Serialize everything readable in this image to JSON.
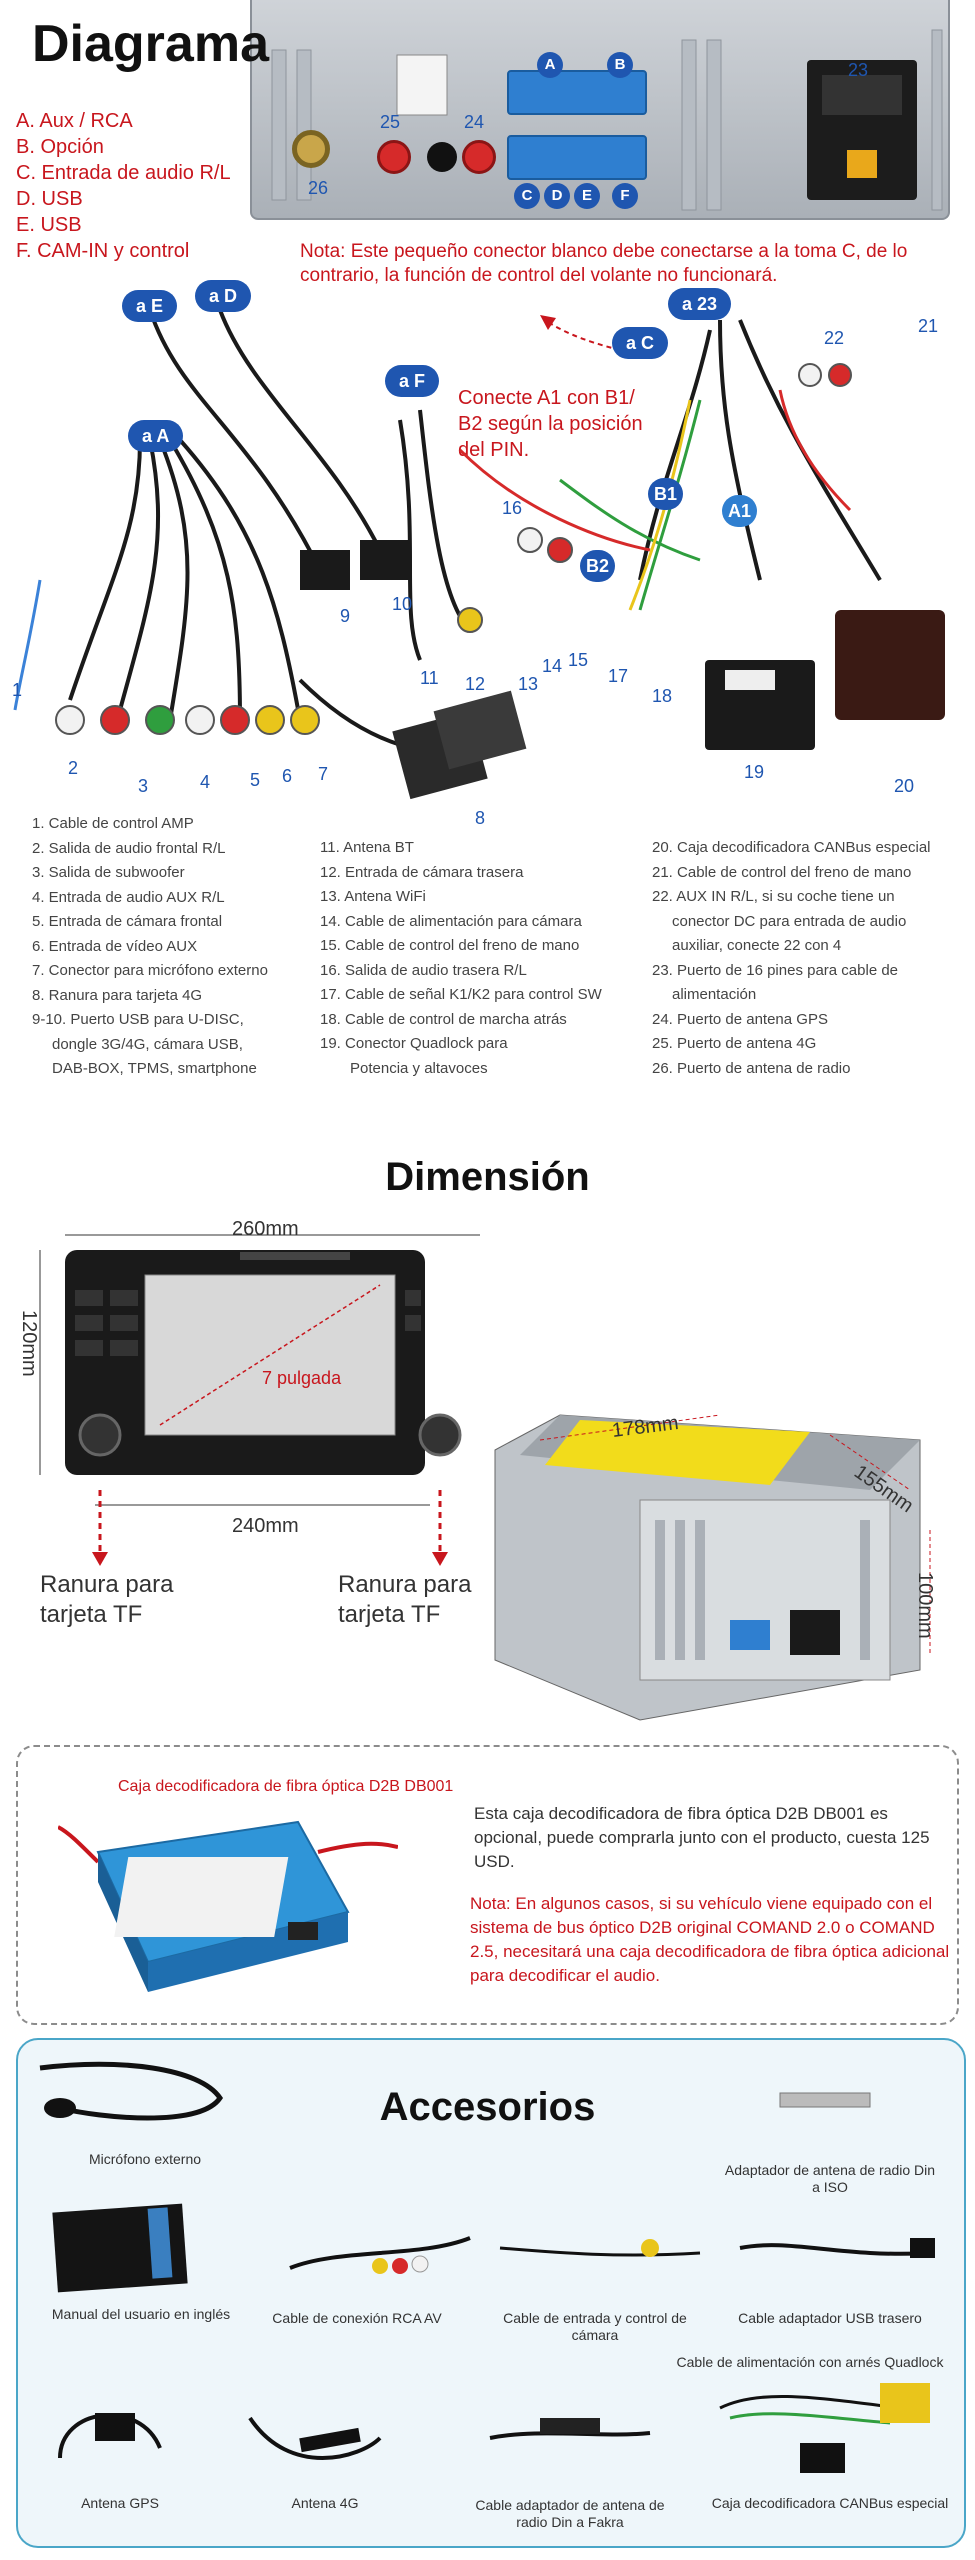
{
  "diagram": {
    "title": "Diagrama",
    "legend": [
      "A. Aux / RCA",
      "B. Opción",
      "C. Entrada de audio R/L",
      "D. USB",
      "E. USB",
      "F. CAM-IN y control"
    ],
    "port_numbers": {
      "p23": "23",
      "p24": "24",
      "p25": "25",
      "p26": "26"
    },
    "connector_letters": {
      "a": "A",
      "b": "B",
      "c": "C",
      "d": "D",
      "e": "E",
      "f": "F"
    },
    "note_white_connector": "Nota: Este pequeño conector blanco debe conectarse a la toma C, de lo contrario, la función de control del volante no funcionará.",
    "note_a1": "Conecte A1 con B1/ B2 según la posición del PIN.",
    "bubbles": {
      "ae": "a E",
      "ad": "a D",
      "aa": "a A",
      "af": "a F",
      "ac": "a C",
      "a23": "a 23",
      "b1": "B1",
      "b2": "B2",
      "a1": "A1"
    },
    "cable_numbers": {
      "n1": "1",
      "n2": "2",
      "n3": "3",
      "n4": "4",
      "n5": "5",
      "n6": "6",
      "n7": "7",
      "n8": "8",
      "n9": "9",
      "n10": "10",
      "n11": "11",
      "n12": "12",
      "n13": "13",
      "n14": "14",
      "n15": "15",
      "n16": "16",
      "n17": "17",
      "n18": "18",
      "n19": "19",
      "n20": "20",
      "n21": "21",
      "n22": "22"
    },
    "list_col1": [
      "1. Cable de control AMP",
      "2. Salida de audio frontal R/L",
      "3. Salida de subwoofer",
      "4. Entrada de audio AUX R/L",
      "5. Entrada de cámara frontal",
      "6. Entrada de vídeo AUX",
      "7. Conector para micrófono externo",
      "8. Ranura para tarjeta 4G",
      "9-10. Puerto USB para U-DISC,",
      "dongle 3G/4G, cámara USB,",
      "DAB-BOX, TPMS, smartphone"
    ],
    "list_col2": [
      "11. Antena BT",
      "12. Entrada de cámara trasera",
      "13. Antena WiFi",
      "14. Cable de alimentación para cámara",
      "15. Cable de control del freno de mano",
      "16. Salida de audio trasera R/L",
      "17. Cable de señal K1/K2 para control SW",
      "18. Cable de control de marcha atrás",
      "19. Conector Quadlock para",
      "Potencia y altavoces"
    ],
    "list_col3": [
      "20. Caja decodificadora CANBus especial",
      "21. Cable de control del freno de mano",
      "22. AUX IN R/L, si su coche tiene un",
      "conector DC para entrada de audio",
      "auxiliar, conecte 22 con 4",
      "23. Puerto de 16 pines para cable de",
      "alimentación",
      "24. Puerto de antena GPS",
      "25. Puerto de antena 4G",
      "26. Puerto de antena de radio"
    ]
  },
  "dimension": {
    "title": "Dimensión",
    "width_top": "260mm",
    "height_left": "120mm",
    "width_bottom": "240mm",
    "screen_size": "7 pulgada",
    "slot_left": "Ranura para tarjeta TF",
    "slot_right": "Ranura para tarjeta TF",
    "box_width": "178mm",
    "box_depth": "155mm",
    "box_height": "100mm"
  },
  "d2b": {
    "title": "Caja decodificadora de fibra óptica D2B  DB001",
    "description": "Esta caja decodificadora de fibra óptica D2B DB001 es opcional, puede comprarla junto con el producto, cuesta 125 USD.",
    "note": "Nota: En algunos casos, si su vehículo viene equipado con el sistema de bus óptico D2B original COMAND 2.0 o COMAND 2.5, necesitará una caja decodificadora de fibra óptica adicional para decodificar el audio."
  },
  "accessories": {
    "title": "Accesorios",
    "items": {
      "mic": "Micrófono externo",
      "radio_adapter": "Adaptador de antena de radio Din a ISO",
      "manual": "Manual del usuario en inglés",
      "rca_cable": "Cable de conexión RCA AV",
      "cam_cable": "Cable de entrada y control de cámara",
      "usb_cable": "Cable adaptador USB trasero",
      "quadlock": "Cable de alimentación con arnés Quadlock",
      "gps": "Antena GPS",
      "antenna4g": "Antena 4G",
      "fakra": "Cable adaptador de antena de radio Din a Fakra",
      "canbus": "Caja decodificadora CANBus especial"
    }
  },
  "colors": {
    "red": "#c8161d",
    "blue": "#1f56b0",
    "accent_border": "#4aa6c8"
  }
}
